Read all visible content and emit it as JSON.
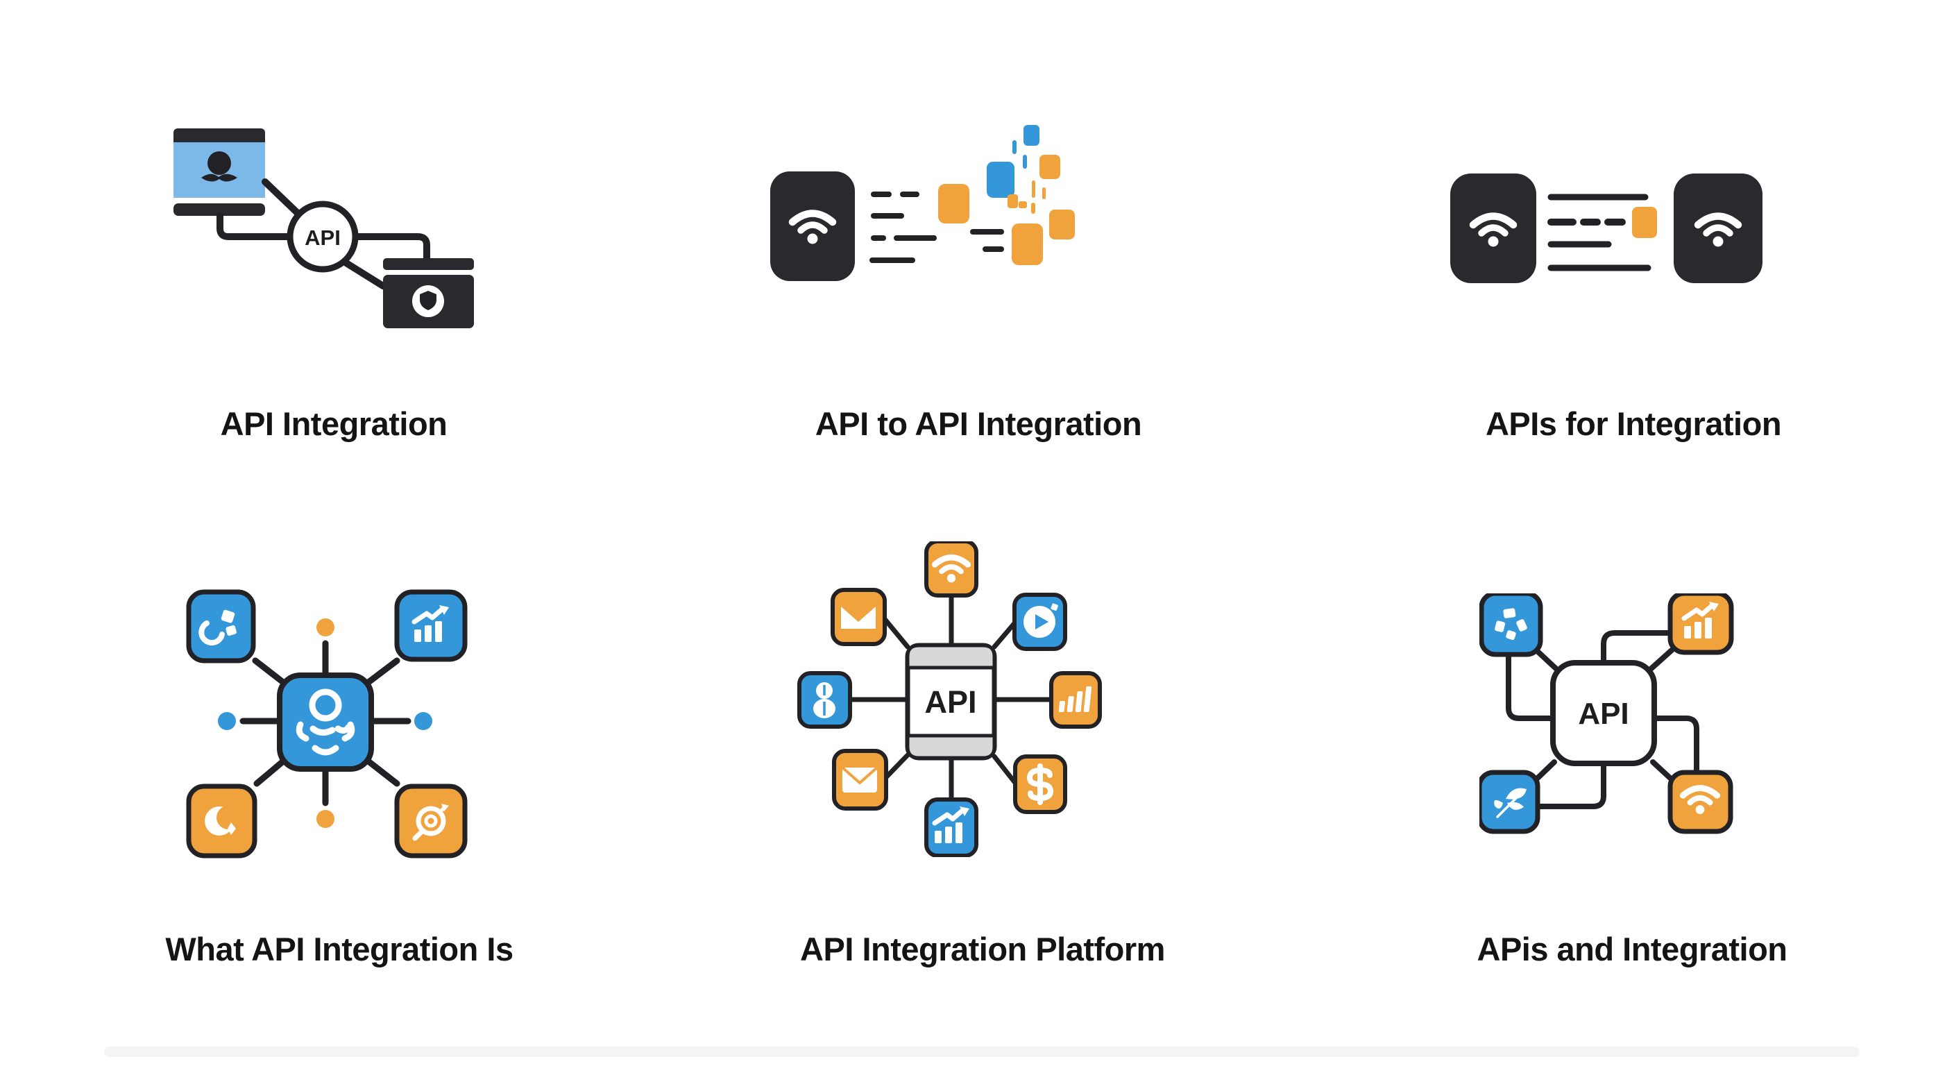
{
  "page": {
    "background": "#ffffff",
    "description": "API integration concepts infographic, 2 rows x 3 columns"
  },
  "colors": {
    "blue": "#3397da",
    "light_blue": "#7db9e8",
    "orange": "#f0a23c",
    "dark": "#2a2a2e",
    "line": "#212126",
    "chip_gray": "#d8d8d8",
    "text": "#141414",
    "white": "#ffffff"
  },
  "panels": [
    {
      "label": "API Integration",
      "center_text": "API",
      "icons": [
        "monitor-user-icon",
        "api-circle-badge",
        "secure-folder-icon"
      ]
    },
    {
      "label": "API to API Integration",
      "icons": [
        "wifi-device-icon",
        "code-lines",
        "data-blocks-scatter"
      ]
    },
    {
      "label": "APIs for Integration",
      "icons": [
        "wifi-device-icon",
        "dashed-link-lines",
        "wifi-device-icon"
      ]
    },
    {
      "label": "What API Integration Is",
      "icons": [
        "cubes-icon",
        "growth-chart-icon",
        "user-hub-icon",
        "crescent-icon",
        "target-icon"
      ]
    },
    {
      "label": "API Integration Platform",
      "center_text": "API",
      "icons": [
        "wifi-icon",
        "inbox-mail-icon",
        "media-play-icon",
        "user-icon",
        "signal-bars-icon",
        "envelope-icon",
        "dollar-icon",
        "analytics-chart-icon"
      ]
    },
    {
      "label": "APis and Integration",
      "center_text": "API",
      "icons": [
        "scatter-shapes-icon",
        "growth-chart-icon",
        "leaves-icon",
        "wifi-icon"
      ]
    }
  ]
}
